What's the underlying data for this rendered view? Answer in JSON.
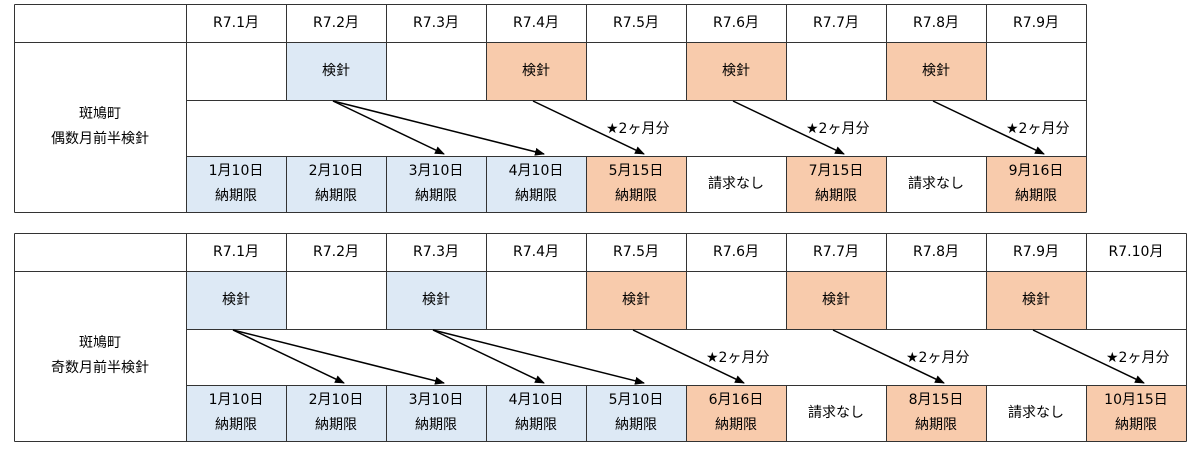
{
  "tables": [
    {
      "title_lines": [
        "斑鳩町",
        "偶数月前半検針"
      ],
      "months": [
        "R7.1月",
        "R7.2月",
        "R7.3月",
        "R7.4月",
        "R7.5月",
        "R7.6月",
        "R7.7月",
        "R7.8月",
        "R7.9月"
      ],
      "meter": [
        {
          "text": "",
          "color": "none"
        },
        {
          "text": "検針",
          "color": "blue"
        },
        {
          "text": "",
          "color": "none"
        },
        {
          "text": "検針",
          "color": "orange"
        },
        {
          "text": "",
          "color": "none"
        },
        {
          "text": "検針",
          "color": "orange"
        },
        {
          "text": "",
          "color": "none"
        },
        {
          "text": "検針",
          "color": "orange"
        },
        {
          "text": "",
          "color": "none"
        }
      ],
      "due": [
        {
          "lines": [
            "1月10日",
            "納期限"
          ],
          "color": "blue"
        },
        {
          "lines": [
            "2月10日",
            "納期限"
          ],
          "color": "blue"
        },
        {
          "lines": [
            "3月10日",
            "納期限"
          ],
          "color": "blue"
        },
        {
          "lines": [
            "4月10日",
            "納期限"
          ],
          "color": "blue"
        },
        {
          "lines": [
            "5月15日",
            "納期限"
          ],
          "color": "orange"
        },
        {
          "lines": [
            "請求なし"
          ],
          "color": "none"
        },
        {
          "lines": [
            "7月15日",
            "納期限"
          ],
          "color": "orange"
        },
        {
          "lines": [
            "請求なし"
          ],
          "color": "none"
        },
        {
          "lines": [
            "9月16日",
            "納期限"
          ],
          "color": "orange"
        }
      ],
      "notes": [
        "★2ヶ月分",
        "★2ヶ月分",
        "★2ヶ月分"
      ]
    },
    {
      "title_lines": [
        "斑鳩町",
        "奇数月前半検針"
      ],
      "months": [
        "R7.1月",
        "R7.2月",
        "R7.3月",
        "R7.4月",
        "R7.5月",
        "R7.6月",
        "R7.7月",
        "R7.8月",
        "R7.9月",
        "R7.10月"
      ],
      "meter": [
        {
          "text": "検針",
          "color": "blue"
        },
        {
          "text": "",
          "color": "none"
        },
        {
          "text": "検針",
          "color": "blue"
        },
        {
          "text": "",
          "color": "none"
        },
        {
          "text": "検針",
          "color": "orange"
        },
        {
          "text": "",
          "color": "none"
        },
        {
          "text": "検針",
          "color": "orange"
        },
        {
          "text": "",
          "color": "none"
        },
        {
          "text": "検針",
          "color": "orange"
        },
        {
          "text": "",
          "color": "none"
        }
      ],
      "due": [
        {
          "lines": [
            "1月10日",
            "納期限"
          ],
          "color": "blue"
        },
        {
          "lines": [
            "2月10日",
            "納期限"
          ],
          "color": "blue"
        },
        {
          "lines": [
            "3月10日",
            "納期限"
          ],
          "color": "blue"
        },
        {
          "lines": [
            "4月10日",
            "納期限"
          ],
          "color": "blue"
        },
        {
          "lines": [
            "5月10日",
            "納期限"
          ],
          "color": "blue"
        },
        {
          "lines": [
            "6月16日",
            "納期限"
          ],
          "color": "orange"
        },
        {
          "lines": [
            "請求なし"
          ],
          "color": "none"
        },
        {
          "lines": [
            "8月15日",
            "納期限"
          ],
          "color": "orange"
        },
        {
          "lines": [
            "請求なし"
          ],
          "color": "none"
        },
        {
          "lines": [
            "10月15日",
            "納期限"
          ],
          "color": "orange"
        }
      ],
      "notes": [
        "★2ヶ月分",
        "★2ヶ月分",
        "★2ヶ月分"
      ]
    }
  ],
  "colors": {
    "blue": "#dde9f5",
    "orange": "#f8cbac",
    "border": "#333333",
    "arrow": "#000000"
  }
}
